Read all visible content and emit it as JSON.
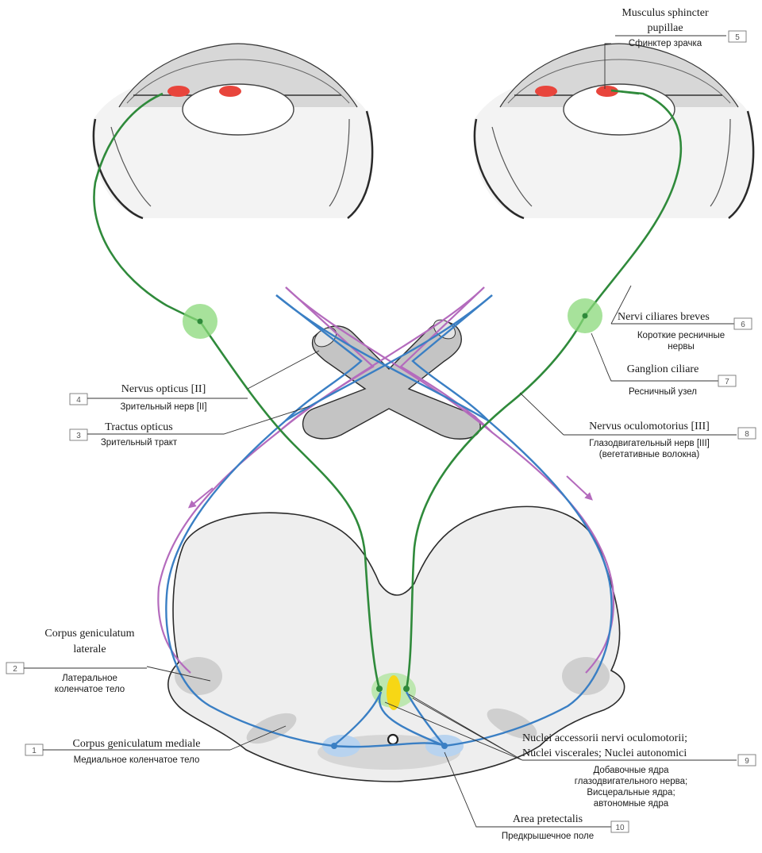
{
  "labels": {
    "l1": {
      "num": "1",
      "lat": "Corpus geniculatum mediale",
      "ru": "Медиальное коленчатое тело"
    },
    "l2": {
      "num": "2",
      "lat1": "Corpus geniculatum",
      "lat2": "laterale",
      "ru1": "Латеральное",
      "ru2": "коленчатое тело"
    },
    "l3": {
      "num": "3",
      "lat": "Tractus opticus",
      "ru": "Зрительный тракт"
    },
    "l4": {
      "num": "4",
      "lat": "Nervus opticus [II]",
      "ru": "Зрительный нерв [II]"
    },
    "l5": {
      "num": "5",
      "lat1": "Musculus sphincter",
      "lat2": "pupillae",
      "ru": "Сфинктер зрачка"
    },
    "l6": {
      "num": "6",
      "lat": "Nervi ciliares breves",
      "ru1": "Короткие ресничные",
      "ru2": "нервы"
    },
    "l7": {
      "num": "7",
      "lat": "Ganglion ciliare",
      "ru": "Ресничный узел"
    },
    "l8": {
      "num": "8",
      "lat": "Nervus oculomotorius [III]",
      "ru1": "Глазодвигательный нерв [III]",
      "ru2": "(вегетативные волокна)"
    },
    "l9": {
      "num": "9",
      "lat1": "Nuclei accessorii nervi oculomotorii;",
      "lat2": "Nuclei viscerales; Nuclei autonomici",
      "ru1": "Добавочные ядра",
      "ru2": "глазодвигательного нерва;",
      "ru3": "Висцеральные ядра;",
      "ru4": "автономные ядра"
    },
    "l10": {
      "num": "10",
      "lat": "Area pretectalis",
      "ru": "Предкрышечное поле"
    }
  },
  "colors": {
    "parasympathetic_path": "#2f8a3b",
    "pretectal_path": "#3a7fc4",
    "optic_tract_fibers": "#b46bbd",
    "sphincter": "#e8453c",
    "ganglion": "#8ad87a",
    "nucleus": "#f7d715",
    "brainstem": "#eeeeee"
  }
}
